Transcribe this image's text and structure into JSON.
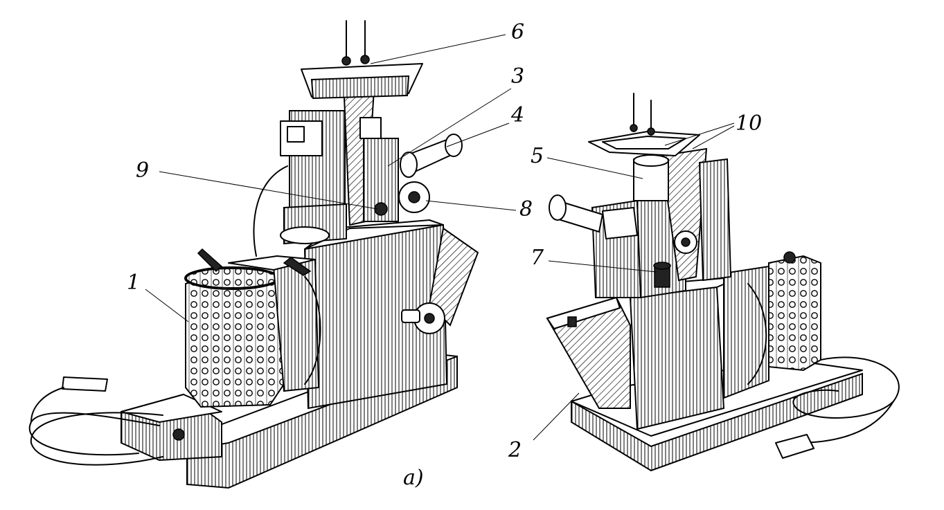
{
  "callouts": [
    "1",
    "2",
    "3",
    "4",
    "5",
    "6",
    "7",
    "8",
    "9",
    "10"
  ],
  "caption": "а)"
}
